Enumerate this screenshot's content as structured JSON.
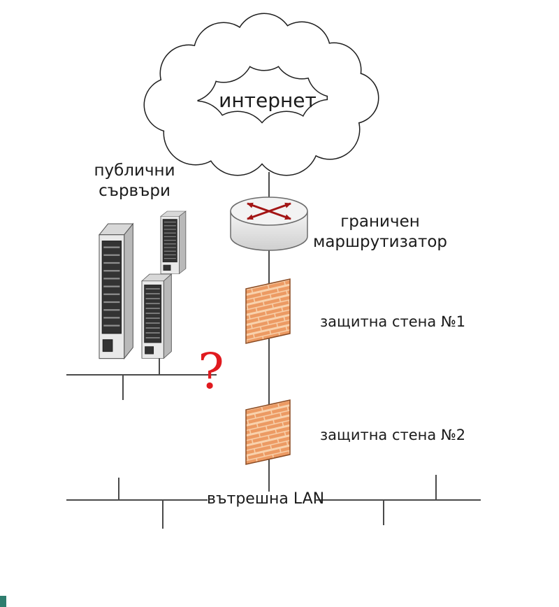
{
  "labels": {
    "internet": "интернет",
    "public_servers_line1": "публични",
    "public_servers_line2": "сървъри",
    "border_router_line1": "граничен",
    "border_router_line2": "маршрутизатор",
    "firewall1": "защитна стена №1",
    "firewall2": "защитна стена №2",
    "internal_lan": "вътрешна LAN",
    "question_mark": "?"
  },
  "colors": {
    "brick-fill": "#ec9a63",
    "brick-mortar": "#f8d2ad",
    "brick-outline": "#8a4a22",
    "router-arrow": "#a31515",
    "question-red": "#e01a1f",
    "wire": "#4a4a4a",
    "text": "#1b1b1b"
  }
}
